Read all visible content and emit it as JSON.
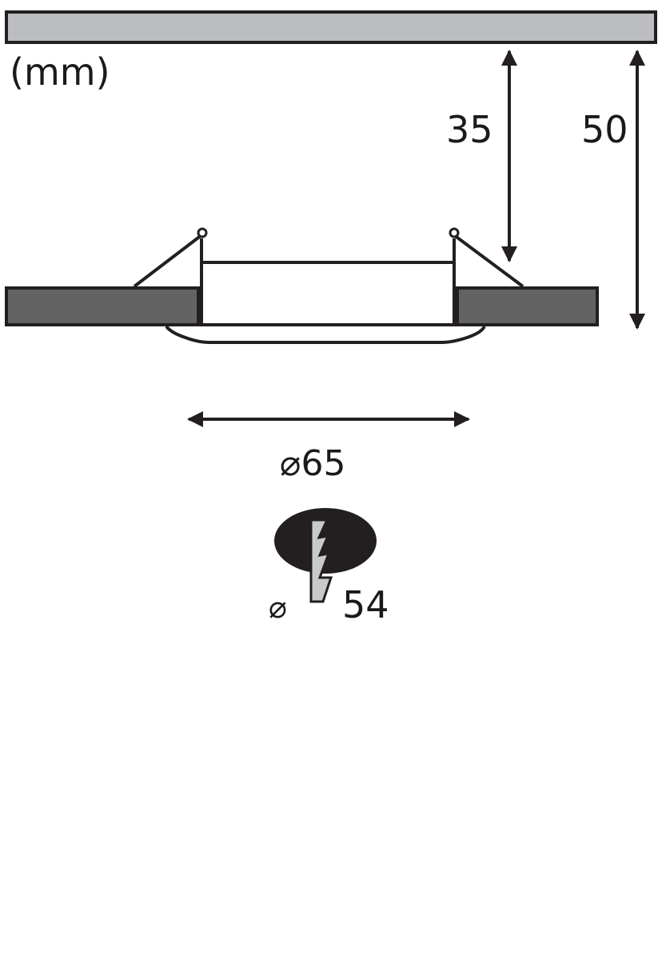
{
  "diagram": {
    "type": "dimension-drawing",
    "unit_label": "(mm)",
    "dimensions": {
      "recess_depth": "35",
      "total_height": "50",
      "outer_diameter": "⌀65",
      "cutout_symbol": "⌀",
      "cutout_diameter": "54"
    },
    "colors": {
      "ceiling_fill": "#bcbdc0",
      "ceiling_stroke": "#231f20",
      "panel_fill": "#636363",
      "line": "#231f20",
      "cutout_fill": "#231f20",
      "drill_fill": "#c8c9cb",
      "background": "#ffffff"
    }
  }
}
